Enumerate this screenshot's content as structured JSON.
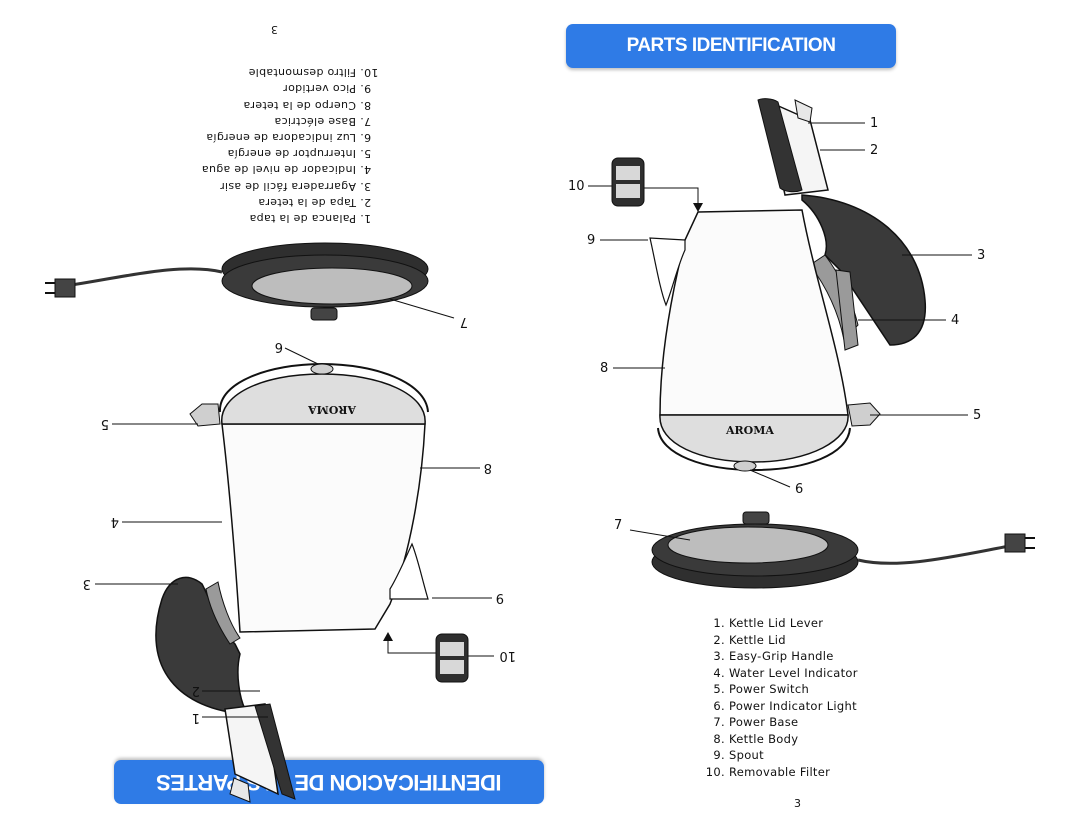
{
  "right_page": {
    "banner": "PARTS IDENTIFICATION",
    "brand": "AROMA",
    "parts": [
      {
        "num": "1.",
        "label": "Kettle Lid Lever"
      },
      {
        "num": "2.",
        "label": "Kettle Lid"
      },
      {
        "num": "3.",
        "label": "Easy-Grip Handle"
      },
      {
        "num": "4.",
        "label": "Water Level Indicator"
      },
      {
        "num": "5.",
        "label": "Power Switch"
      },
      {
        "num": "6.",
        "label": "Power Indicator Light"
      },
      {
        "num": "7.",
        "label": "Power Base"
      },
      {
        "num": "8.",
        "label": "Kettle Body"
      },
      {
        "num": "9.",
        "label": "Spout"
      },
      {
        "num": "10.",
        "label": "Removable Filter"
      }
    ],
    "callouts": [
      "1",
      "2",
      "3",
      "4",
      "5",
      "6",
      "7",
      "8",
      "9",
      "10"
    ],
    "page_number": "3"
  },
  "left_page": {
    "banner": "IDENTIFICACION DE LAS PARTES",
    "brand": "AROMA",
    "parts": [
      {
        "num": "1.",
        "label": "Palanca de la tapa"
      },
      {
        "num": "2.",
        "label": "Tapa de la tetera"
      },
      {
        "num": "3.",
        "label": "Agarradera fácil de asir"
      },
      {
        "num": "4.",
        "label": "Indicador de nivel de agua"
      },
      {
        "num": "5.",
        "label": "Interruptor de energía"
      },
      {
        "num": "6.",
        "label": "Luz indicadora de energía"
      },
      {
        "num": "7.",
        "label": "Base eléctrica"
      },
      {
        "num": "8.",
        "label": "Cuerpo de la tetera"
      },
      {
        "num": "9.",
        "label": "Pico vertidor"
      },
      {
        "num": "10.",
        "label": "Filtro desmontable"
      }
    ],
    "callouts": [
      "1",
      "2",
      "3",
      "4",
      "5",
      "6",
      "7",
      "8",
      "9",
      "10"
    ],
    "page_number": "3"
  }
}
